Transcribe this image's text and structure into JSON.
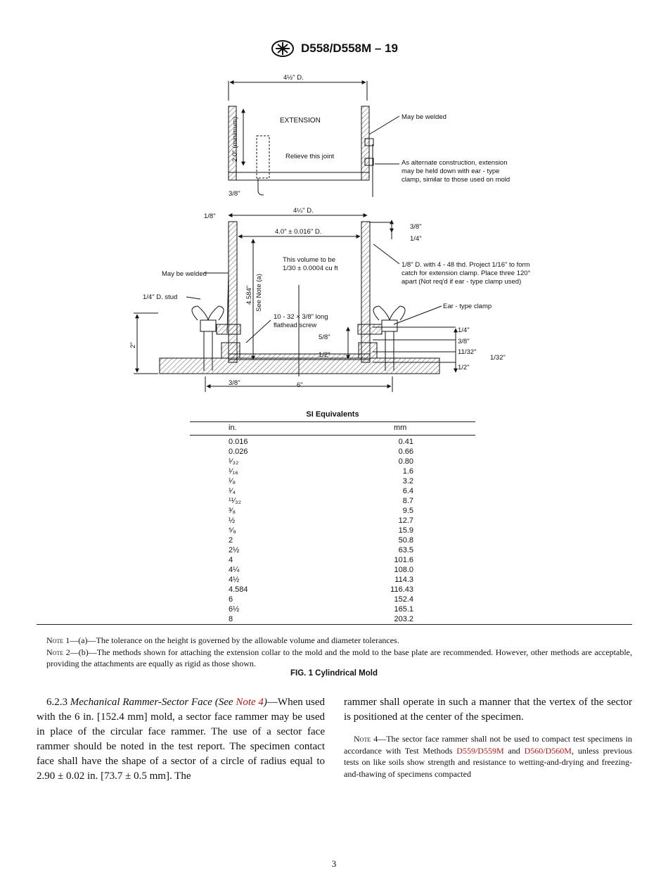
{
  "header": {
    "designation": "D558/D558M – 19",
    "logo": "astm-logo"
  },
  "figure": {
    "caption": "FIG. 1 Cylindrical Mold",
    "labels": {
      "top_dia": "4½\" D.",
      "extension": "EXTENSION",
      "min_height": "2.0\" (minimum)",
      "relieve": "Relieve this joint",
      "welded_top": "May be welded",
      "alt1": "As alternate construction, extension",
      "alt2": "may be held down with ear - type",
      "alt3": "clamp, similar to those used on mold",
      "ext_38": "3/8\"",
      "mold_18": "1/8\"",
      "mold_dia": "4¼\" D.",
      "inner_dia": "4.0\" ± 0.016\" D.",
      "r_38": "3/8\"",
      "r_14": "1/4\"",
      "stud1": "1/8\" D. with 4 - 48 thd. Project 1/16\" to form",
      "stud2": "catch for extension clamp. Place three 120°",
      "stud3": "apart (Not req'd if ear - type clamp used)",
      "vol1": "This volume to be",
      "vol2": "1/30 ± 0.0004 cu ft",
      "welded_mold": "May be welded",
      "stud_14": "1/4\" D. stud",
      "h_4584": "4.584\"",
      "see_note": "See Note (a)",
      "ear_clamp": "Ear - type clamp",
      "screw1": "10 - 32 × 3/8\" long",
      "screw2": "flathead screw",
      "d_58": "5/8\"",
      "d_12": "1/2\"",
      "left_2": "2\"",
      "rr_14": "1/4\"",
      "rr_38": "3/8\"",
      "rr_1132": "11/32\"",
      "rr_132": "1/32\"",
      "rr_12": "1/2\"",
      "bot_38": "3/8\"",
      "bot_6": "6\""
    }
  },
  "si_table": {
    "title": "SI Equivalents",
    "col_in": "in.",
    "col_mm": "mm",
    "rows": [
      [
        "0.016",
        "0.41"
      ],
      [
        "0.026",
        "0.66"
      ],
      [
        "¹⁄₃₂",
        "0.80"
      ],
      [
        "¹⁄₁₆",
        "1.6"
      ],
      [
        "¹⁄₈",
        "3.2"
      ],
      [
        "¹⁄₄",
        "6.4"
      ],
      [
        "¹¹⁄₃₂",
        "8.7"
      ],
      [
        "³⁄₈",
        "9.5"
      ],
      [
        "½",
        "12.7"
      ],
      [
        "⁵⁄₈",
        "15.9"
      ],
      [
        "2",
        "50.8"
      ],
      [
        "2½",
        "63.5"
      ],
      [
        "4",
        "101.6"
      ],
      [
        "4¼",
        "108.0"
      ],
      [
        "4½",
        "114.3"
      ],
      [
        "4.584",
        "116.43"
      ],
      [
        "6",
        "152.4"
      ],
      [
        "6½",
        "165.1"
      ],
      [
        "8",
        "203.2"
      ]
    ]
  },
  "notes": {
    "n1_label": "Note",
    "n1_text": " 1—(a)—The tolerance on the height is governed by the allowable volume and diameter tolerances.",
    "n2_label": "Note",
    "n2_text": " 2—(b)—The methods shown for attaching the extension collar to the mold and the mold to the base plate are recommended. However, other methods are acceptable, providing the attachments are equally as rigid as those shown."
  },
  "body": {
    "sec_num": "6.2.3 ",
    "sec_title": "Mechanical Rammer-Sector Face (See ",
    "sec_link": "Note 4",
    "sec_close": ")",
    "sec_text": "—When used with the 6 in. [152.4 mm] mold, a sector face rammer may be used in place of the circular face rammer. The use of a sector face rammer should be noted in the test report. The specimen contact face shall have the shape of a sector of a circle of radius equal to 2.90 ± 0.02 in. [73.7 ± 0.5 mm]. The",
    "right_text": "rammer shall operate in such a manner that the vertex of the sector is positioned at the center of the specimen.",
    "n4_label": "Note",
    "n4_pre": " 4—The sector face rammer shall not be used to compact test specimens in accordance with Test Methods ",
    "n4_link1": "D559/D559M",
    "n4_mid": " and ",
    "n4_link2": "D560/D560M",
    "n4_post": ", unless previous tests on like soils show strength and resistance to wetting-and-drying and freezing-and-thawing of specimens compacted"
  },
  "page_number": "3"
}
